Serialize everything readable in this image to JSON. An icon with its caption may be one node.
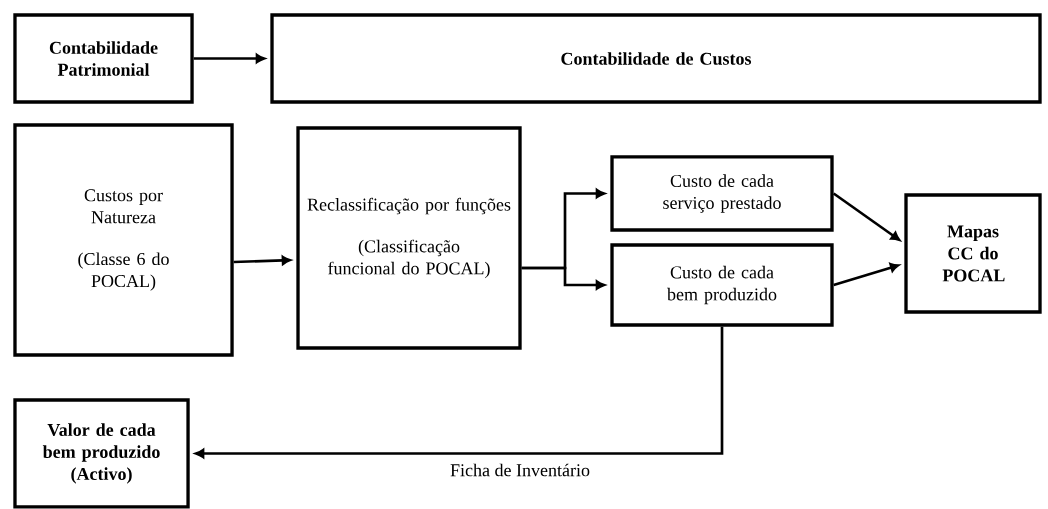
{
  "diagram": {
    "nodes": [
      {
        "text": [
          "Contabilidade Patrimonial"
        ]
      },
      {
        "text": [
          "Contabilidade de Custos"
        ]
      },
      {
        "text": [
          "Custos por Natureza",
          "(Classe 6 do POCAL)"
        ]
      },
      {
        "text": [
          "Reclassificação por funções",
          "(Classificação funcional do POCAL)"
        ]
      },
      {
        "text": [
          "Custo de cada serviço prestado"
        ]
      },
      {
        "text": [
          "Custo de cada bem produzido"
        ]
      },
      {
        "text": [
          "Mapas CC do POCAL"
        ]
      },
      {
        "text": [
          "Valor de cada bem produzido (Activo)"
        ]
      }
    ],
    "edges": [
      {
        "from": 0,
        "to": 1,
        "arrow": "to"
      },
      {
        "from": 2,
        "to": 3,
        "arrow": "to"
      },
      {
        "from": 3,
        "to": 4,
        "arrow": "to"
      },
      {
        "from": 3,
        "to": 5,
        "arrow": "to"
      },
      {
        "from": 4,
        "to": 6,
        "arrow": "to"
      },
      {
        "from": 5,
        "to": 6,
        "arrow": "to"
      },
      {
        "from": 5,
        "to": 7,
        "arrow": "to",
        "label": "Ficha de Inventário"
      }
    ]
  }
}
